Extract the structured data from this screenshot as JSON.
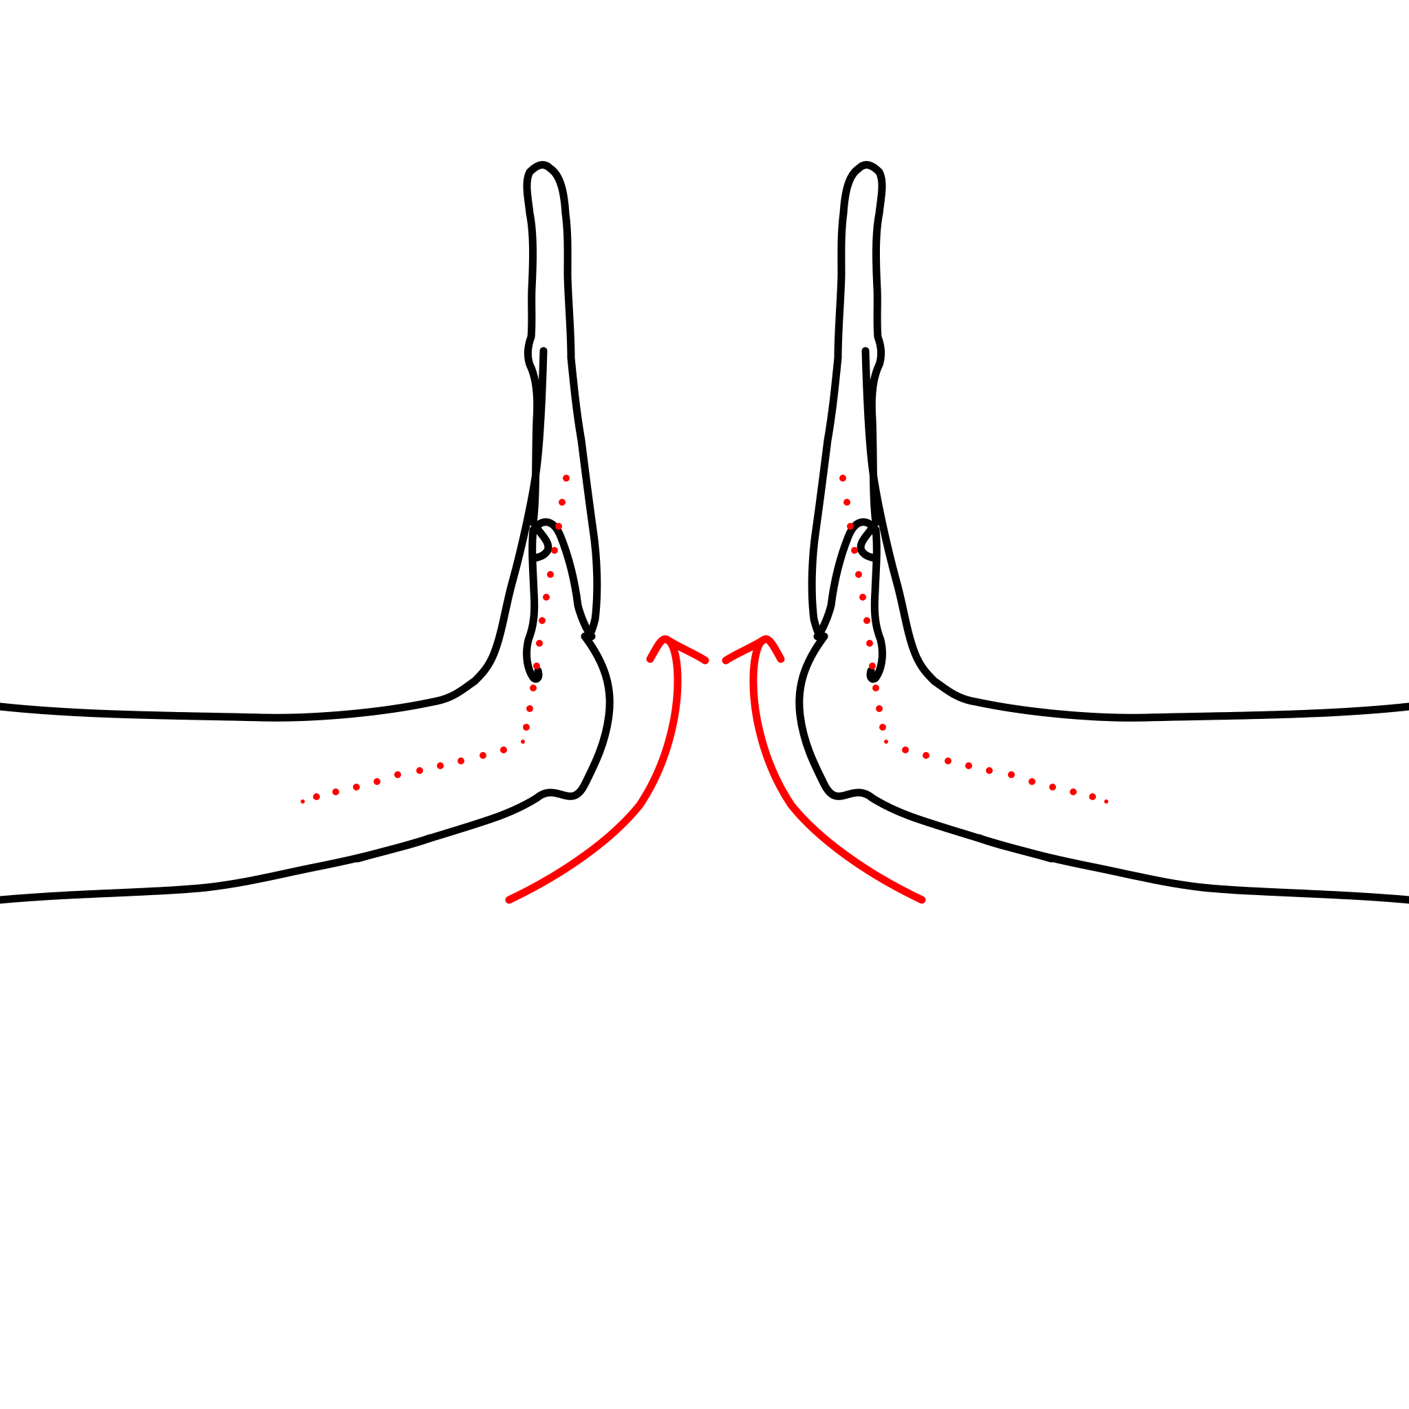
{
  "diagram": {
    "description_text": "",
    "colors": {
      "background": "#ffffff",
      "outline": "#000000",
      "accent": "#ff0000"
    },
    "elements": {
      "left_hand": "hand-outline-left",
      "right_hand": "hand-outline-right",
      "left_guide": "dotted-guide-left",
      "right_guide": "dotted-guide-right",
      "left_arrow": "curved-arrow-left",
      "right_arrow": "curved-arrow-right"
    }
  }
}
